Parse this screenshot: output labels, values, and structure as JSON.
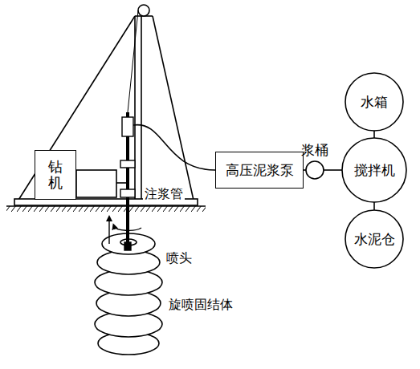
{
  "diagram": {
    "nodes": [
      {
        "text": [
          "钻机"
        ]
      },
      {
        "text": [
          "高压泥浆泵"
        ]
      },
      {
        "text": [
          "浆桶"
        ]
      },
      {
        "text": [
          "水箱"
        ]
      },
      {
        "text": [
          "搅拌机"
        ]
      },
      {
        "text": [
          "水泥仓"
        ]
      }
    ],
    "edges": [
      {
        "from": 1,
        "to": 2,
        "arrow": "none"
      },
      {
        "from": 2,
        "to": 4,
        "arrow": "none"
      },
      {
        "from": 3,
        "to": 4,
        "arrow": "none"
      },
      {
        "from": 4,
        "to": 5,
        "arrow": "none"
      }
    ],
    "labels": [
      "注浆管",
      "喷头",
      "旋喷固结体"
    ]
  }
}
